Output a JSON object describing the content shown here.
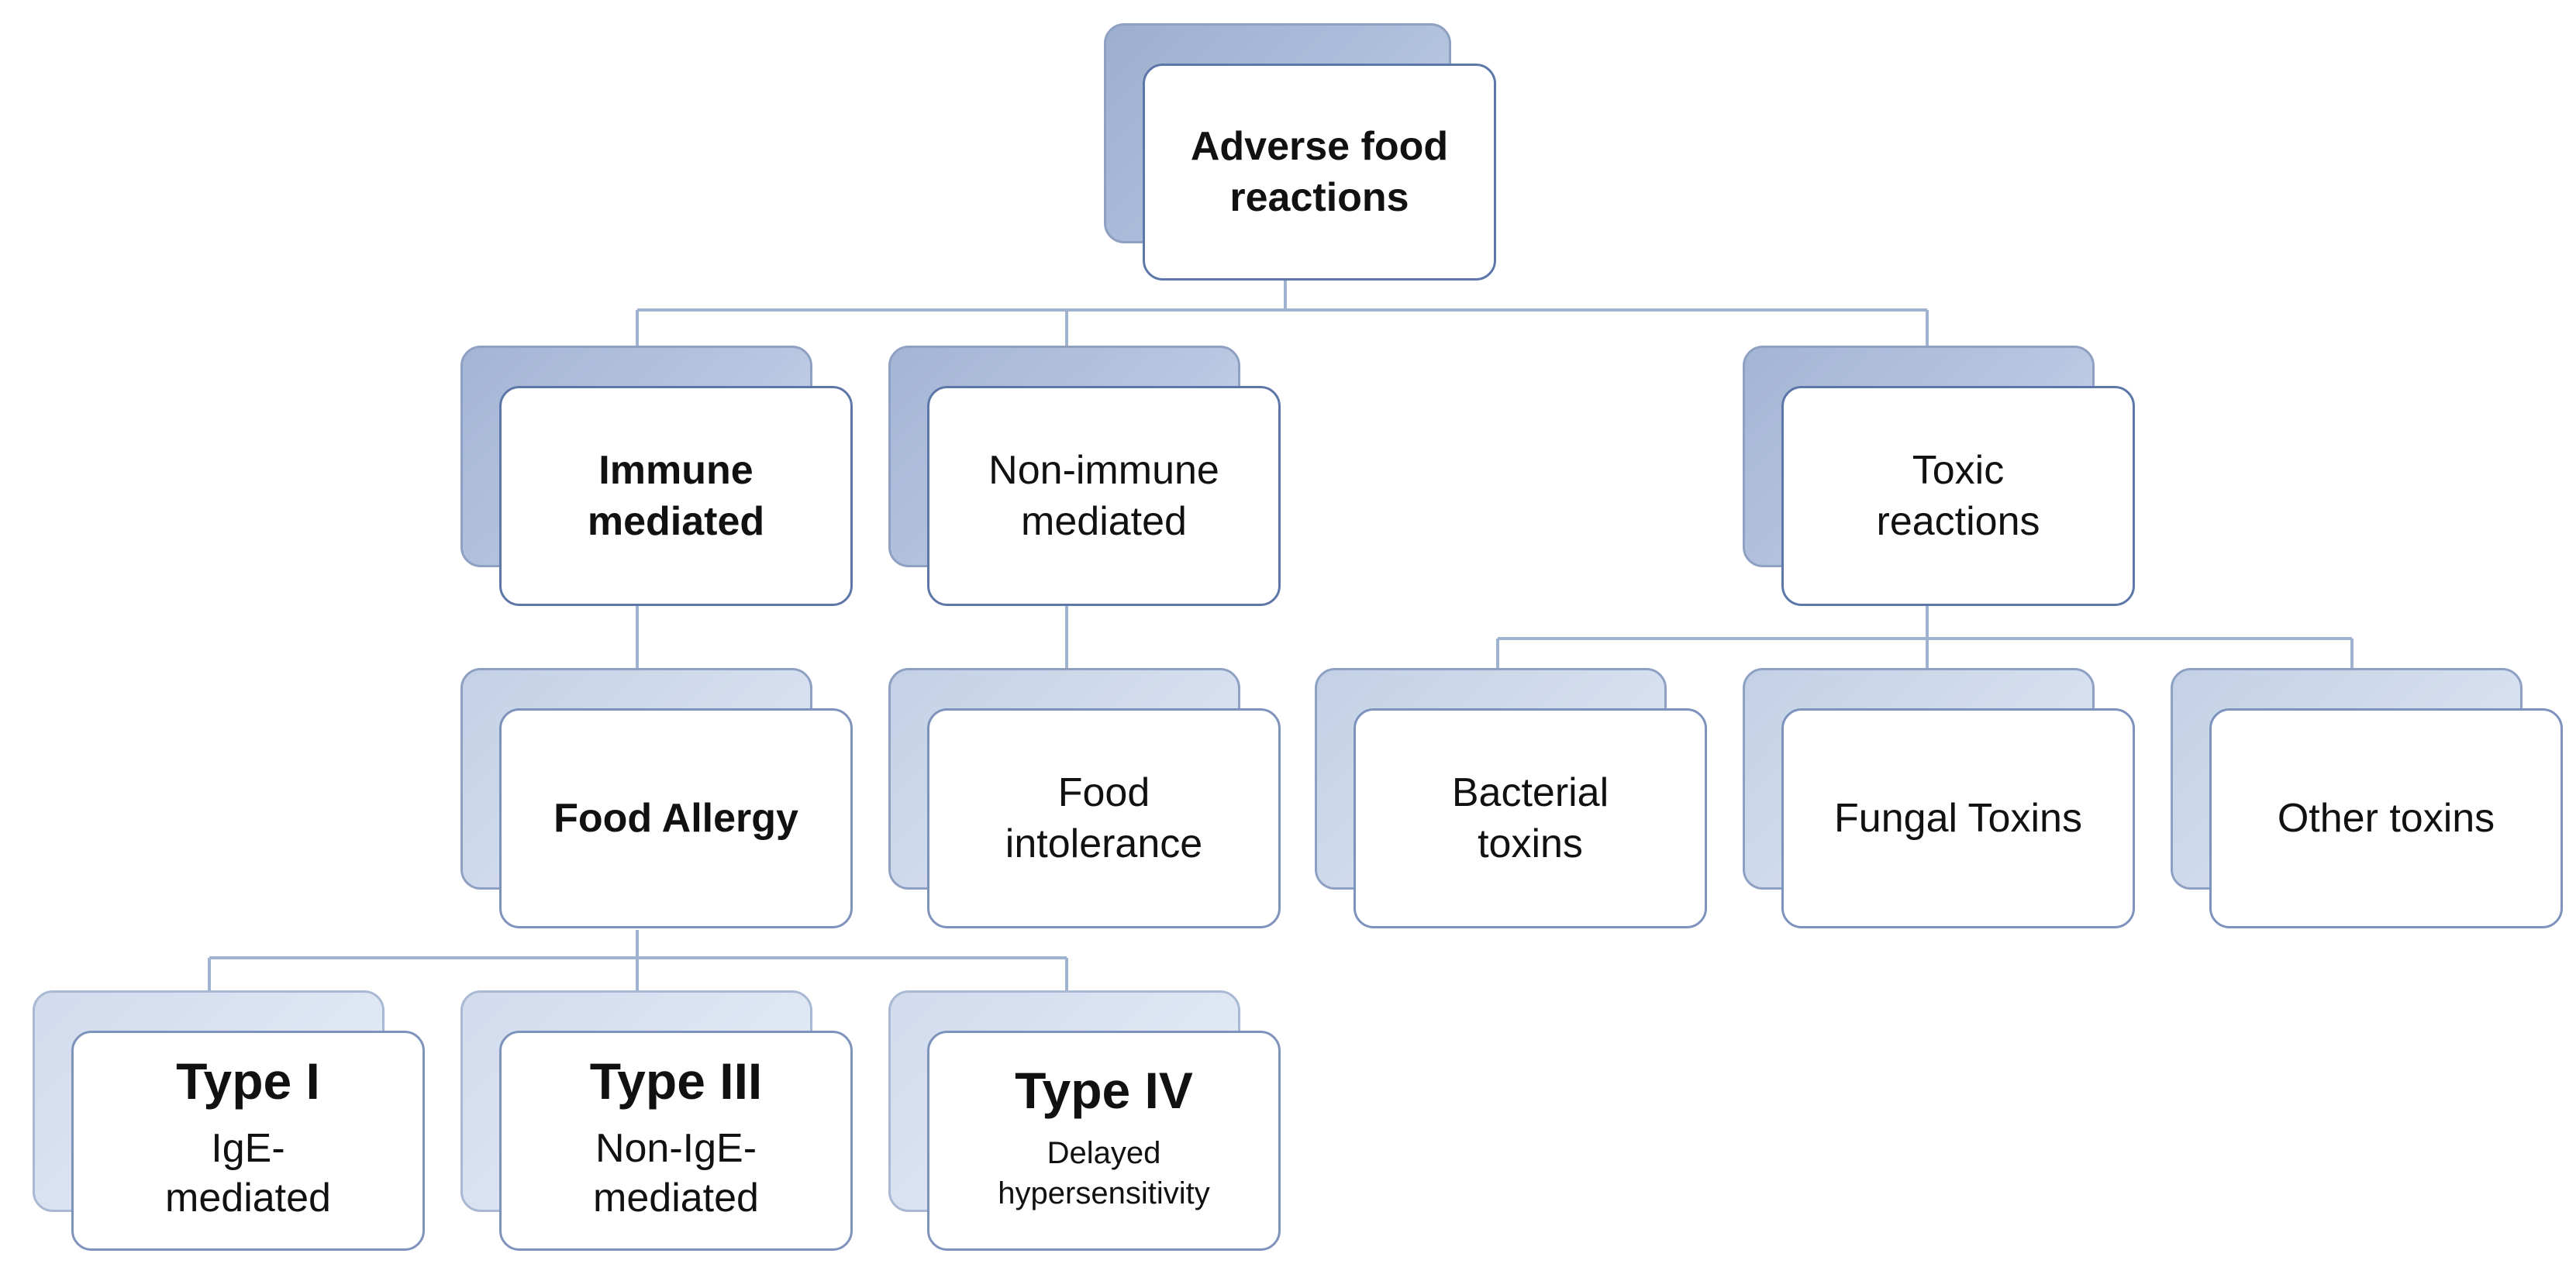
{
  "root": {
    "label": "Adverse food\nreactions"
  },
  "categories": {
    "immune": {
      "label": "Immune\nmediated"
    },
    "non_immune": {
      "label": "Non-immune\nmediated"
    },
    "toxic": {
      "label": "Toxic\nreactions"
    }
  },
  "subcategories": {
    "food_allergy": {
      "label": "Food Allergy"
    },
    "food_intolerance": {
      "label": "Food\nintolerance"
    },
    "bacterial_toxins": {
      "label": "Bacterial\ntoxins"
    },
    "fungal_toxins": {
      "label": "Fungal Toxins"
    },
    "other_toxins": {
      "label": "Other toxins"
    }
  },
  "allergy_types": [
    {
      "title": "Type I",
      "description": "IgE-\nmediated"
    },
    {
      "title": "Type III",
      "description": "Non-IgE-\nmediated"
    },
    {
      "title": "Type IV",
      "description": "Delayed\nhypersensitivity"
    }
  ],
  "colors": {
    "connector": "#9fb2cf",
    "face_border": "#5d77a9",
    "shadow_dark": "#9dafcf",
    "shadow_light": "#dde5f3"
  }
}
